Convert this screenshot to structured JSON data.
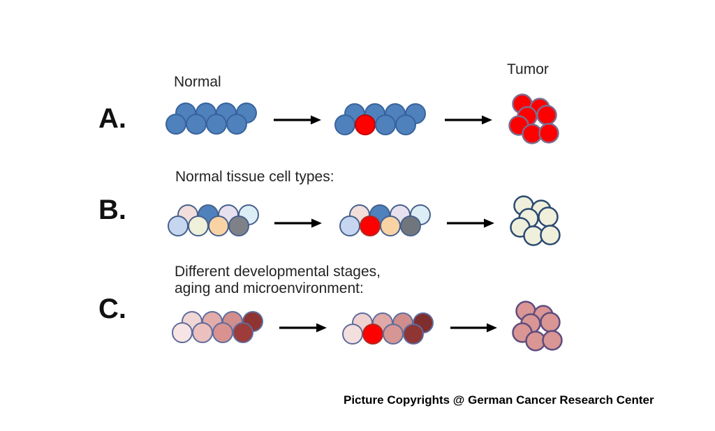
{
  "page": {
    "background": "#FFFFFF"
  },
  "captions": {
    "normal": "Normal",
    "tumor": "Tumor",
    "b_caption": "Normal tissue cell types:",
    "c_caption_line1": "Different developmental stages,",
    "c_caption_line2": "aging and microenvironment:",
    "copyright": "Picture Copyrights @ German Cancer Research Center"
  },
  "palette": {
    "highlight_red": "#FF0000",
    "arrow_color": "#000000",
    "background": "#FFFFFF"
  },
  "rows": {
    "a": {
      "label": "A.",
      "strips": [
        {
          "stroke": "#38639C",
          "top": [
            "#4F81BD",
            "#4F81BD",
            "#4F81BD",
            "#4F81BD"
          ],
          "bottom": [
            "#4F81BD",
            "#4F81BD",
            "#4F81BD",
            "#4F81BD"
          ]
        },
        {
          "stroke": "#38639C",
          "top": [
            "#4F81BD",
            "#4F81BD",
            "#4F81BD",
            "#4F81BD"
          ],
          "bottom": [
            "#4F81BD",
            {
              "f": "#FF0000",
              "s": "#C00000"
            },
            "#4F81BD",
            "#4F81BD"
          ]
        }
      ],
      "cluster": {
        "fill": "#FF0000",
        "stroke": "#7D6B8D",
        "count": 7
      }
    },
    "b": {
      "label": "B.",
      "strips": [
        {
          "stroke": "#47618C",
          "top": [
            "#F2DEDA",
            "#4F81BD",
            "#E7E1EF",
            "#DCEDF5"
          ],
          "bottom": [
            "#C6D6F1",
            "#EFF0DA",
            "#FAD3A5",
            "#7E8288"
          ]
        },
        {
          "stroke": "#47618C",
          "top": [
            "#F2DEDA",
            "#4F81BD",
            "#E7E1EF",
            "#DCEDF5"
          ],
          "bottom": [
            "#C6D6F1",
            {
              "f": "#FF0000",
              "s": "#B02A22"
            },
            "#FAD3A5",
            "#71767D"
          ]
        }
      ],
      "cluster": {
        "fill": "#EFEFDC",
        "stroke": "#2B4A71",
        "count": 7
      }
    },
    "c": {
      "label": "C.",
      "strips": [
        {
          "stroke": "#5F6C9D",
          "top": [
            "#F0D6D4",
            "#E3ACAA",
            "#D18E8C",
            "#8E3432"
          ],
          "bottom": [
            "#F6E5E4",
            "#EBC0BE",
            "#D9928F",
            "#9D3C3A"
          ]
        },
        {
          "stroke": "#5F6C9D",
          "top": [
            "#EFD2D0",
            "#E0A9A7",
            "#CF8E8C",
            "#802E2D"
          ],
          "bottom": [
            "#F3DFDE",
            {
              "f": "#FF0000",
              "s": "#B02A22"
            },
            "#D59694",
            "#8F3534"
          ]
        }
      ],
      "cluster": {
        "fill": "#D99694",
        "stroke": "#5F4C7E",
        "count": 7
      }
    }
  }
}
